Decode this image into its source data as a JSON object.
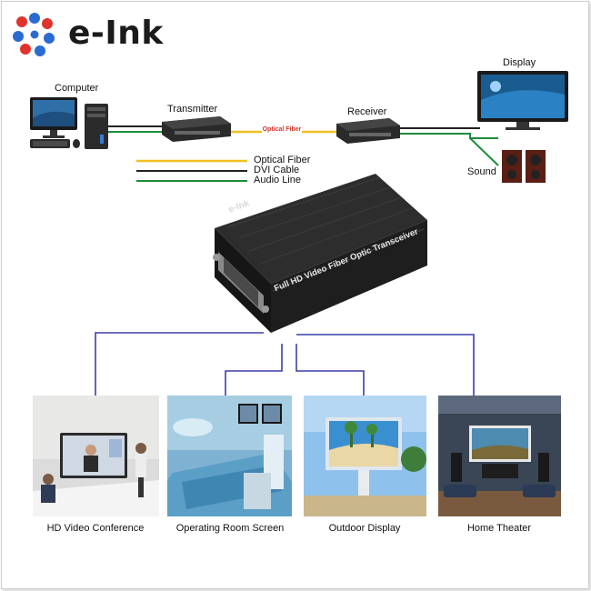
{
  "brand": {
    "name": "e-Ink"
  },
  "devices": {
    "computer": "Computer",
    "transmitter": "Transmitter",
    "receiver": "Receiver",
    "display": "Display",
    "sound": "Sound",
    "link": "Optical Fiber"
  },
  "legend": [
    {
      "label": "Optical Fiber",
      "color": "#f0c020"
    },
    {
      "label": "DVI Cable",
      "color": "#222222"
    },
    {
      "label": "Audio Line",
      "color": "#1e8c3a"
    }
  ],
  "product": {
    "brand": "e-Ink",
    "name": "Full HD Video Fiber Optic Transceiver"
  },
  "applications": [
    {
      "label": "HD Video Conference"
    },
    {
      "label": "Operating Room Screen"
    },
    {
      "label": "Outdoor Display"
    },
    {
      "label": "Home Theater"
    }
  ],
  "colors": {
    "connector": "#3b3fa8",
    "fiber": "#f0c020",
    "audio": "#1e8c3a",
    "accent_red": "#e0332e",
    "accent_blue": "#2a6bd1"
  }
}
